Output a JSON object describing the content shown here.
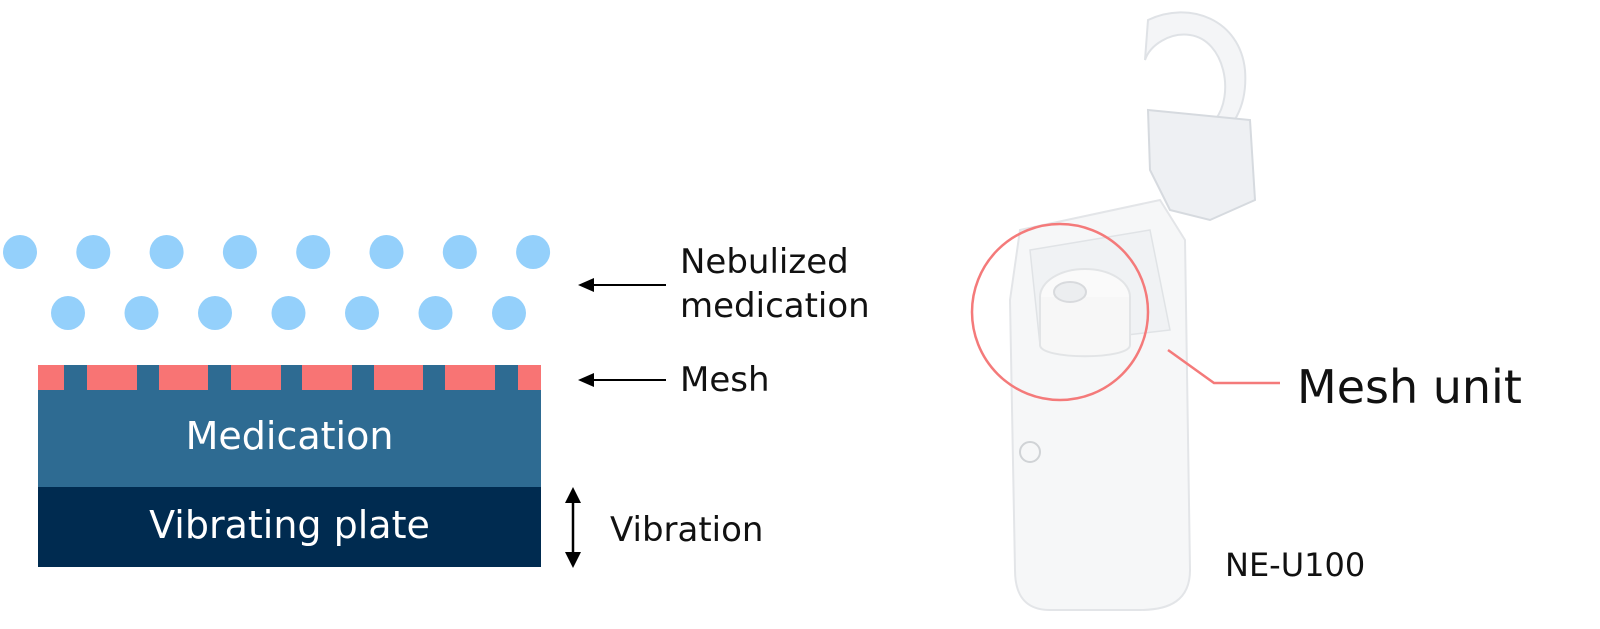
{
  "diagram": {
    "labels": {
      "nebulized": "Nebulized\nmedication",
      "nebulized_line1": "Nebulized",
      "nebulized_line2": "medication",
      "mesh": "Mesh",
      "medication": "Medication",
      "vibrating_plate": "Vibrating plate",
      "vibration": "Vibration"
    },
    "colors": {
      "droplet": "#94d0fb",
      "mesh": "#f87474",
      "medication": "#2e6b92",
      "vibrating_plate": "#002b50"
    }
  },
  "product": {
    "callout": "Mesh unit",
    "model": "NE-U100",
    "callout_color": "#f47a7a"
  }
}
